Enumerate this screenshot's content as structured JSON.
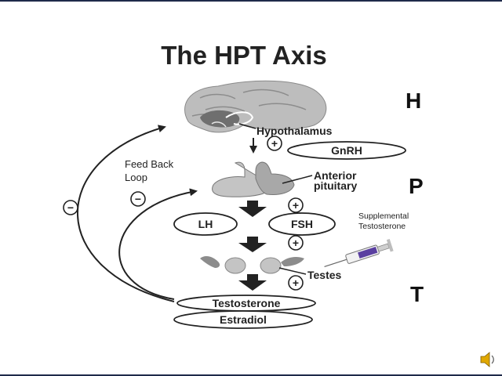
{
  "slide": {
    "title": "The HPT  Axis",
    "levels": {
      "h": "H",
      "p": "P",
      "t": "T"
    }
  },
  "diagram": {
    "hypothalamus_label": "Hypothalamus",
    "gnrh_label": "GnRH",
    "anterior_pituitary_label": [
      "Anterior",
      "pituitary"
    ],
    "lh_label": "LH",
    "fsh_label": "FSH",
    "testes_label": "Testes",
    "testosterone_label": "Testosterone",
    "estradiol_label": "Estradiol",
    "plus_sign": "+",
    "minus_sign": "−",
    "feedback_label": [
      "Feed Back",
      "Loop"
    ],
    "supplement_label": [
      "Supplemental",
      "Testosterone"
    ]
  },
  "colors": {
    "frame": "#1e2a4a",
    "brain": "#b8b8b8",
    "syringe_plunger": "#5a3fa0"
  },
  "icons": {
    "audio": "speaker-icon"
  }
}
